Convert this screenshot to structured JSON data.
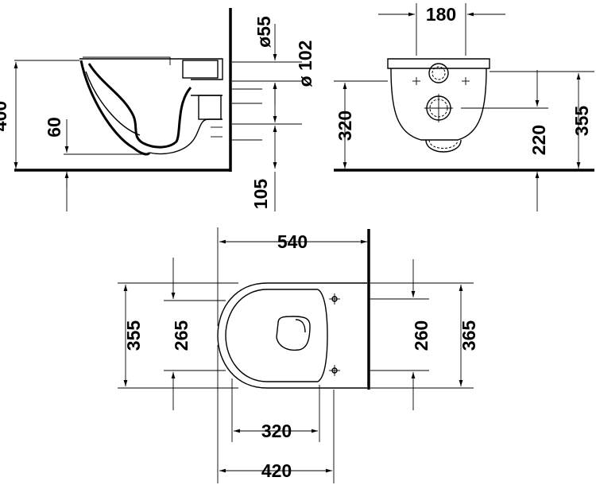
{
  "side_view": {
    "height_total": "400",
    "height_floor_gap": "60",
    "outlet_small": "ø55",
    "outlet_large": "ø 102",
    "outlet_height": "105"
  },
  "rear_view": {
    "hole_spacing": "180",
    "height_bowl": "320",
    "height_outlet": "220",
    "height_top_hole": "355"
  },
  "top_view": {
    "length": "540",
    "width_outer": "355",
    "width_inner": "265",
    "fixing_spacing": "260",
    "width_right": "365",
    "depth_inner": "320",
    "depth_outer": "420"
  }
}
